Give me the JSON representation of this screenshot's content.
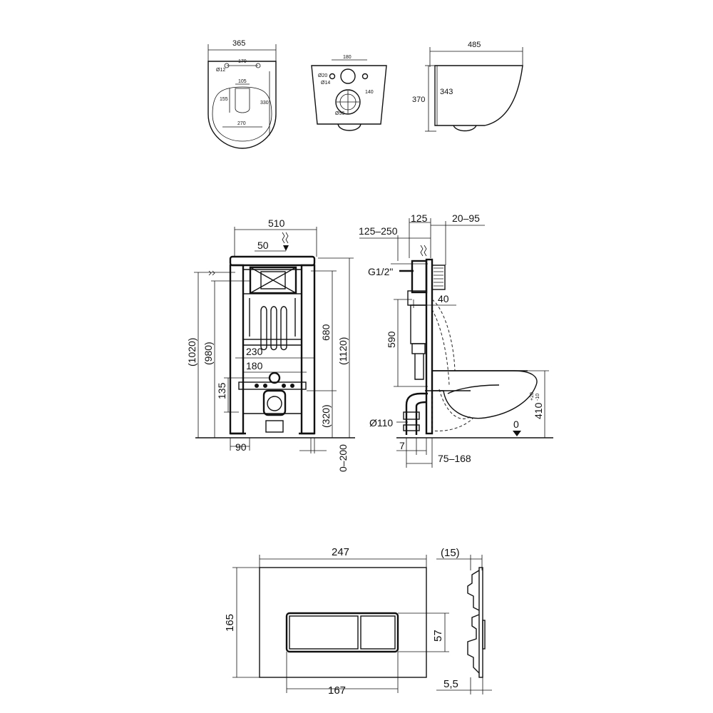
{
  "bowl_top": {
    "width": "365",
    "hole_spacing": "170",
    "hole_dia": "Ø12",
    "outlet_width": "105",
    "outlet_height": "155",
    "front_span": "270",
    "depth": "330"
  },
  "bowl_rear": {
    "bolt_spacing": "180",
    "hole_a": "Ø20",
    "hole_b": "Ø14",
    "center": "140",
    "outlet": "Ø56"
  },
  "bowl_side": {
    "length": "485",
    "height": "370",
    "inner_height": "343"
  },
  "frame_front": {
    "width": "510",
    "offset_top": "50",
    "height_1120": "(1120)",
    "height_1020": "(1020)",
    "height_980": "(980)",
    "height_680": "680",
    "bolt_230": "230",
    "bolt_180": "180",
    "height_135": "135",
    "height_320": "(320)",
    "foot_90": "90",
    "adjust": "0–200"
  },
  "frame_side": {
    "depth_125": "125",
    "range_125_250": "125–250",
    "range_20_95": "20–95",
    "inlet": "G1/2\"",
    "offset_40": "40",
    "height_590": "590",
    "drain": "Ø110",
    "gap_7": "7",
    "range_75_168": "75–168",
    "zero": "0",
    "seat_height": "410",
    "tol_plus": "+20",
    "tol_minus": "-10"
  },
  "plate_front": {
    "width": "247",
    "height": "165",
    "button_height": "57",
    "button_width": "167"
  },
  "plate_side": {
    "thickness": "(15)",
    "depth": "5,5"
  }
}
